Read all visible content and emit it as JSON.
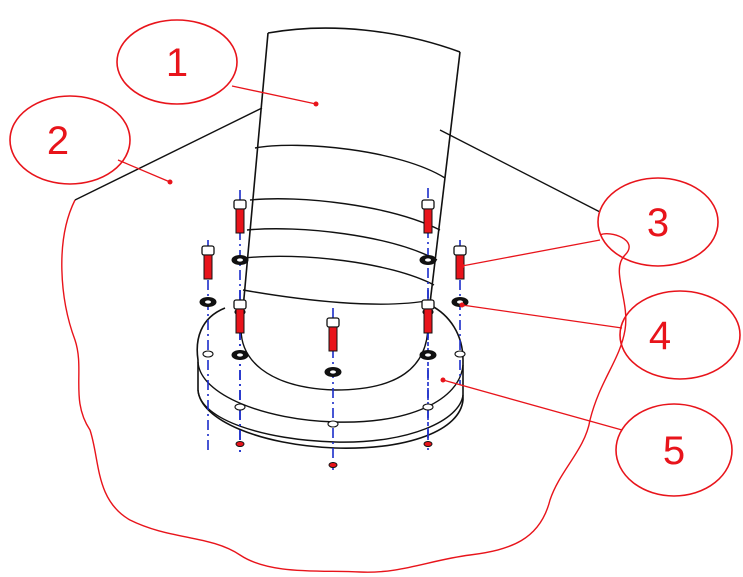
{
  "callouts": [
    {
      "label": "1"
    },
    {
      "label": "2"
    },
    {
      "label": "3"
    },
    {
      "label": "4"
    },
    {
      "label": "5"
    }
  ],
  "colors": {
    "callout": "#e8141b",
    "outline": "#111111",
    "axis": "#1a2cc9",
    "bolt_fill": "#e8141b"
  },
  "icons": {
    "bolt": "socket-head-bolt-icon",
    "washer": "washer-icon"
  }
}
